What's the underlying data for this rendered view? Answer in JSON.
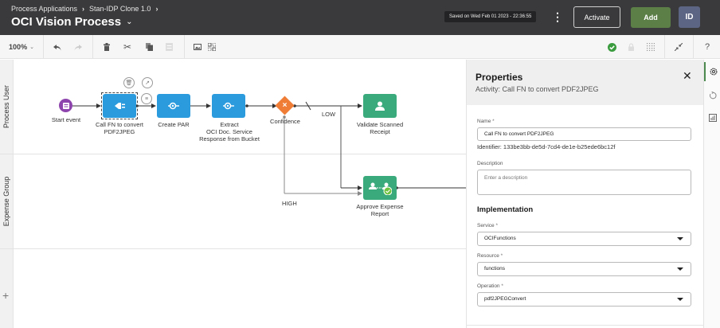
{
  "header": {
    "breadcrumb": [
      "Process Applications",
      "Stan-IDP Clone 1.0"
    ],
    "title": "OCI Vision Process",
    "saved_status": "Saved on Wed Feb 01 2023 - 22:36:55",
    "activate_label": "Activate",
    "add_label": "Add",
    "avatar_initials": "ID",
    "add_color": "#5b7f47",
    "avatar_color": "#5c6583"
  },
  "toolbar": {
    "zoom_level": "100%",
    "icons": [
      "undo-icon",
      "redo-icon",
      "delete-icon",
      "cut-icon",
      "copy-icon",
      "paste-icon",
      "image-icon",
      "layout-icon",
      "validate-check-icon",
      "lock-icon",
      "grid-icon",
      "collapse-icon",
      "help-icon"
    ],
    "help_glyph": "?"
  },
  "lanes": [
    {
      "label": "Process User"
    },
    {
      "label": "Expense Group"
    }
  ],
  "diagram": {
    "nodes": {
      "start": "Start event",
      "call_fn": "Call FN to convert\nPDF2JPEG",
      "create_par": "Create PAR",
      "extract": "Extract\nOCI Doc. Service\nResponse from Bucket",
      "gateway": "Confidence",
      "validate": "Validate Scanned\nReceipt",
      "approve": "Approve Expense\nReport"
    },
    "edges": {
      "low": "LOW",
      "high": "HIGH"
    },
    "colors": {
      "service_task": "#2b9bde",
      "human_task": "#3aaa7c",
      "gateway": "#ef7d35",
      "start_event": "#8e44ad"
    }
  },
  "properties": {
    "title": "Properties",
    "subtitle": "Activity: Call FN to convert PDF2JPEG",
    "name_label": "Name",
    "name_value": "Call FN to convert PDF2JPEG",
    "identifier": "Identifier: 133be3bb-de5d-7cd4-de1e-b25ede6bc12f",
    "description_label": "Description",
    "description_placeholder": "Enter a description",
    "implementation_heading": "Implementation",
    "service_label": "Service",
    "service_value": "OCIFunctions",
    "resource_label": "Resource",
    "resource_value": "functions",
    "operation_label": "Operation",
    "operation_value": "pdf2JPEGConvert",
    "required_mark": "*"
  },
  "rail": {
    "items": [
      "properties-gear-icon",
      "history-icon",
      "analytics-icon"
    ]
  }
}
